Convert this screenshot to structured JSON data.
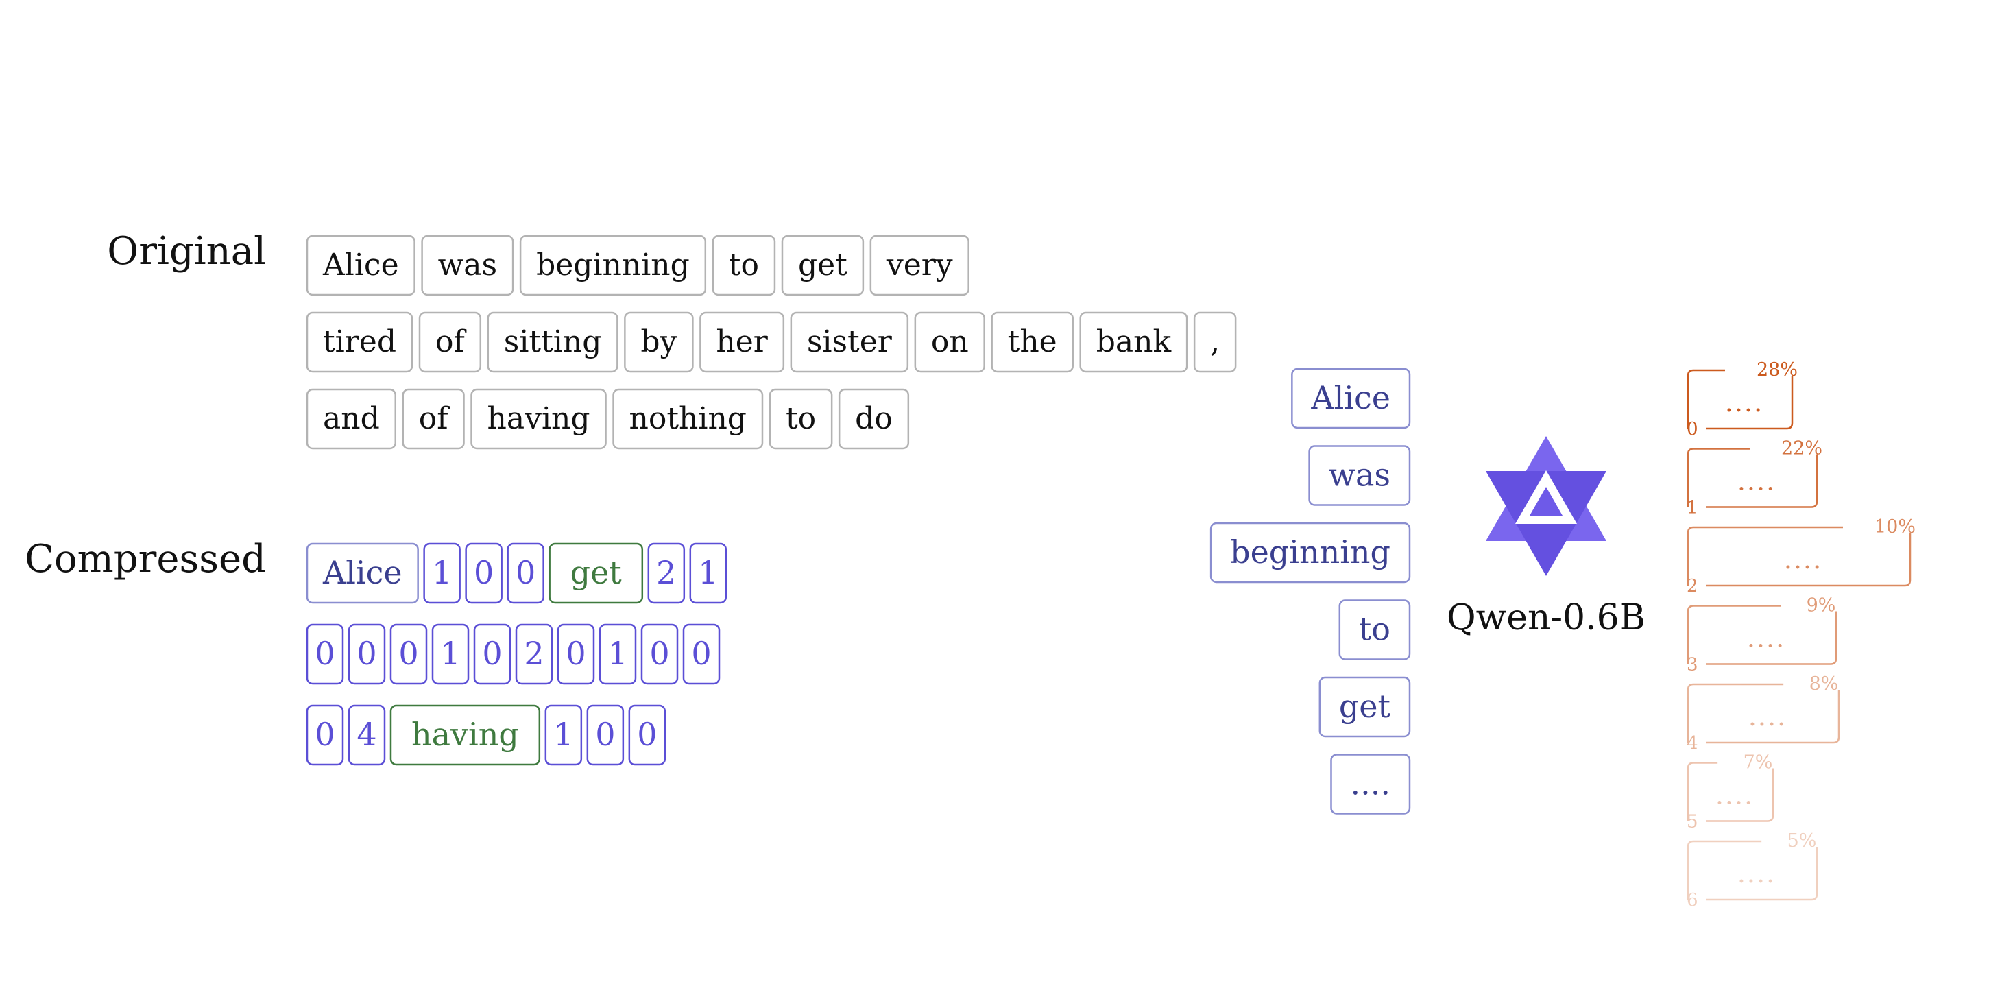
{
  "labels": {
    "original": "Original",
    "compressed": "Compressed"
  },
  "original_rows": [
    [
      "Alice",
      "was",
      "beginning",
      "to",
      "get",
      "very"
    ],
    [
      "tired",
      "of",
      "sitting",
      "by",
      "her",
      "sister",
      "on",
      "the",
      "bank",
      ","
    ],
    [
      "and",
      "of",
      "having",
      "nothing",
      "to",
      "do"
    ]
  ],
  "compressed_rows": [
    [
      {
        "t": "Alice",
        "k": "token"
      },
      {
        "t": "1",
        "k": "rank"
      },
      {
        "t": "0",
        "k": "rank"
      },
      {
        "t": "0",
        "k": "rank"
      },
      {
        "t": "get",
        "k": "literal"
      },
      {
        "t": "2",
        "k": "rank"
      },
      {
        "t": "1",
        "k": "rank"
      }
    ],
    [
      {
        "t": "0",
        "k": "rank"
      },
      {
        "t": "0",
        "k": "rank"
      },
      {
        "t": "0",
        "k": "rank"
      },
      {
        "t": "1",
        "k": "rank"
      },
      {
        "t": "0",
        "k": "rank"
      },
      {
        "t": "2",
        "k": "rank"
      },
      {
        "t": "0",
        "k": "rank"
      },
      {
        "t": "1",
        "k": "rank"
      },
      {
        "t": "0",
        "k": "rank"
      },
      {
        "t": "0",
        "k": "rank"
      }
    ],
    [
      {
        "t": "0",
        "k": "rank"
      },
      {
        "t": "4",
        "k": "rank"
      },
      {
        "t": "having",
        "k": "literal"
      },
      {
        "t": "1",
        "k": "rank"
      },
      {
        "t": "0",
        "k": "rank"
      },
      {
        "t": "0",
        "k": "rank"
      }
    ]
  ],
  "input_tokens": [
    "Alice",
    "was",
    "beginning",
    "to",
    "get",
    "...."
  ],
  "model": {
    "name": "Qwen-0.6B",
    "icon": "qwen-logo-icon"
  },
  "predictions": [
    {
      "rank": "0",
      "pct": "28%",
      "text": "...."
    },
    {
      "rank": "1",
      "pct": "22%",
      "text": "...."
    },
    {
      "rank": "2",
      "pct": "10%",
      "text": "...."
    },
    {
      "rank": "3",
      "pct": "9%",
      "text": "...."
    },
    {
      "rank": "4",
      "pct": "8%",
      "text": "...."
    },
    {
      "rank": "5",
      "pct": "7%",
      "text": "...."
    },
    {
      "rank": "6",
      "pct": "5%",
      "text": "...."
    }
  ],
  "colors": {
    "token_border": "#b3b3b3",
    "rank_blue": "#5b4fd6",
    "token_navy": "#3a3f8f",
    "literal_green": "#3f7a3f",
    "orange": "#cc5a1e",
    "logo": "#6e5ae8"
  }
}
